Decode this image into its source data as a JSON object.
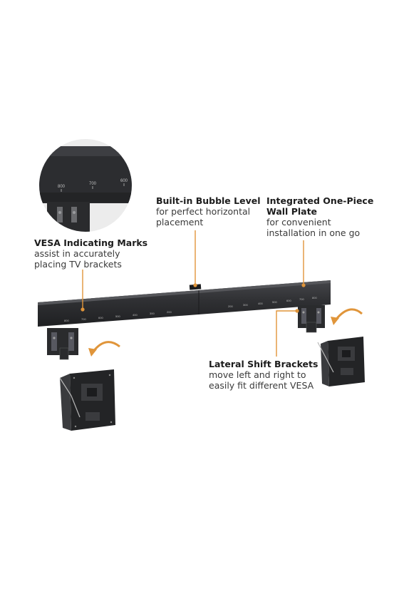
{
  "zoom_inset": {
    "marks": [
      "800",
      "700",
      "600"
    ]
  },
  "callouts": {
    "vesa": {
      "title": "VESA Indicating Marks",
      "lines": [
        "assist in accurately",
        "placing TV brackets"
      ]
    },
    "bubble": {
      "title": "Built-in Bubble Level",
      "lines": [
        "for perfect horizontal",
        "placement"
      ]
    },
    "plate": {
      "title_lines": [
        "Integrated One-Piece",
        "Wall Plate"
      ],
      "lines": [
        "for convenient",
        "installation in one go"
      ]
    },
    "shift": {
      "title": "Lateral Shift Brackets",
      "lines": [
        "move left and right to",
        "easily fit different VESA"
      ]
    }
  },
  "rail_marks_left": [
    "800",
    "700",
    "600",
    "500",
    "400",
    "300",
    "200"
  ],
  "rail_marks_right": [
    "200",
    "300",
    "400",
    "500",
    "600",
    "700",
    "800"
  ],
  "colors": {
    "accent": "#e0953a",
    "rail": "#2e2f31",
    "rail_face": "#3a3b3d",
    "bracket": "#2a2b2d",
    "text": "#2b2b2b",
    "inset_bg": "#ececec"
  }
}
